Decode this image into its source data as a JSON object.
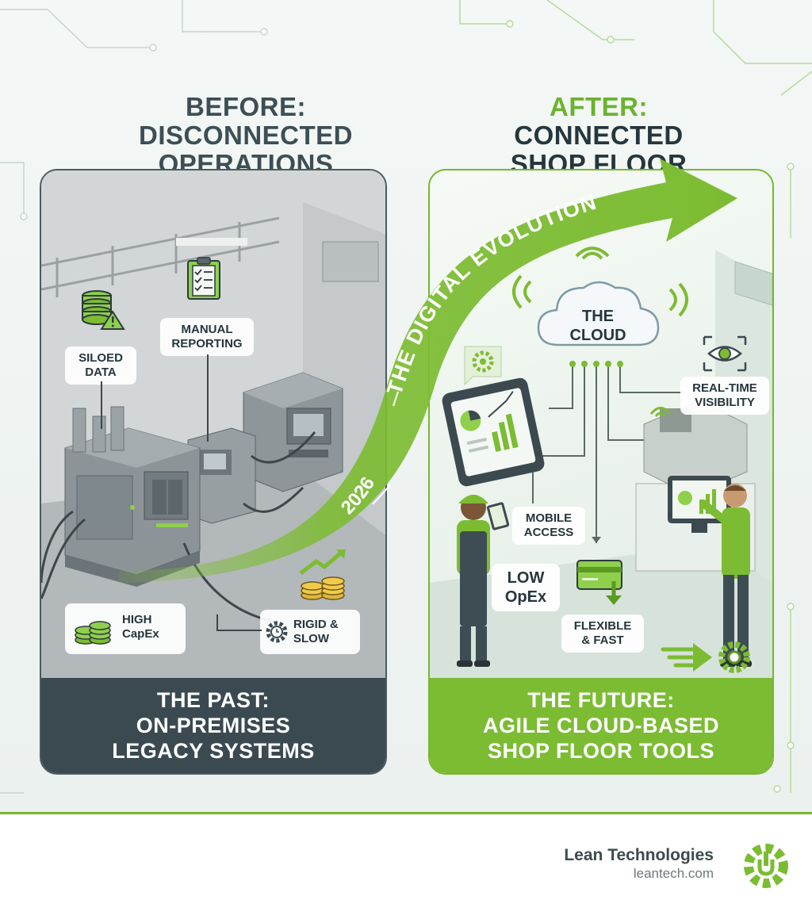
{
  "before": {
    "kicker": "BEFORE:",
    "title_line1": "DISCONNECTED",
    "title_line2": "OPERATIONS"
  },
  "after": {
    "kicker": "AFTER:",
    "title_line1": "CONNECTED",
    "title_line2": "SHOP FLOOR"
  },
  "past_panel": {
    "labels": {
      "siloed": "SILOED DATA",
      "manual": "MANUAL REPORTING",
      "capex_line1": "HIGH",
      "capex_line2": "CapEx",
      "rigid_line1": "RIGID &",
      "rigid_line2": "SLOW"
    },
    "footer_line1": "THE PAST:",
    "footer_line2": "ON-PREMISES",
    "footer_line3": "LEGACY SYSTEMS"
  },
  "future_panel": {
    "labels": {
      "cloud_line1": "THE",
      "cloud_line2": "CLOUD",
      "realtime_line1": "REAL-TIME",
      "realtime_line2": "VISIBILITY",
      "mobile_line1": "MOBILE",
      "mobile_line2": "ACCESS",
      "opex_line1": "LOW",
      "opex_line2": "OpEx",
      "flexible_line1": "FLEXIBLE",
      "flexible_line2": "& FAST"
    },
    "footer_line1": "THE FUTURE:",
    "footer_line2": "AGILE CLOUD-BASED",
    "footer_line3": "SHOP FLOOR TOOLS"
  },
  "arrow": {
    "text": "THE DIGITAL EVOLUTION",
    "year": "2026"
  },
  "brand": {
    "name": "Lean Technologies",
    "url": "leantech.com"
  },
  "colors": {
    "accent_green": "#76b82a",
    "dark_slate": "#3a4a50",
    "text_dark": "#26363c"
  }
}
